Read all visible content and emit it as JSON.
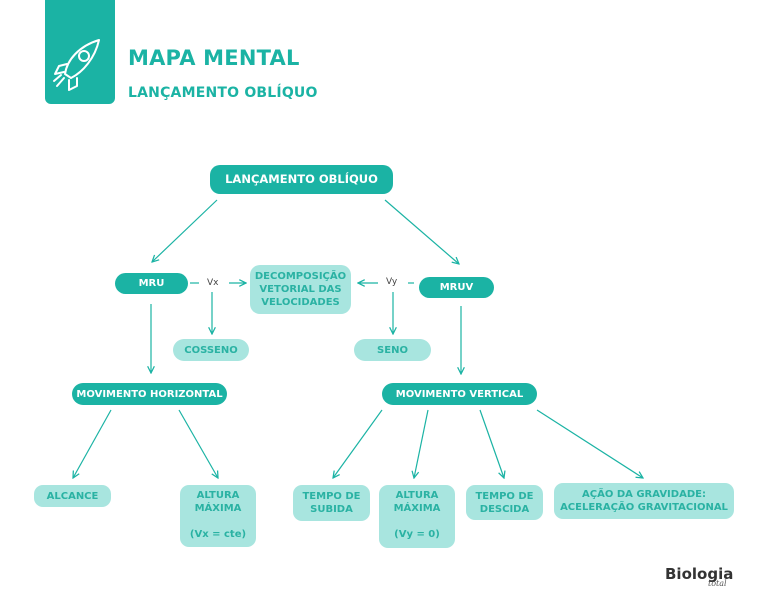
{
  "header": {
    "title": "MAPA MENTAL",
    "subtitle": "LANÇAMENTO OBLÍQUO",
    "logo_icon": "rocket-icon"
  },
  "colors": {
    "accent": "#1bb3a4",
    "light_node": "#a8e5df",
    "light_text": "#2ab2a3"
  },
  "map": {
    "root": "LANÇAMENTO OBLÍQUO",
    "mru": "MRU",
    "mruv": "MRUV",
    "vx": "Vx",
    "vy": "Vy",
    "decomposition": [
      "DECOMPOSIÇÃO",
      "VETORIAL DAS",
      "VELOCIDADES"
    ],
    "cosseno": "COSSENO",
    "seno": "SENO",
    "horizontal": {
      "label": "MOVIMENTO HORIZONTAL",
      "children": {
        "alcance": "ALCANCE",
        "altura_maxima": [
          "ALTURA",
          "MÁXIMA",
          "(Vx = cte)"
        ]
      }
    },
    "vertical": {
      "label": "MOVIMENTO VERTICAL",
      "children": {
        "tempo_subida": [
          "TEMPO DE",
          "SUBIDA"
        ],
        "altura_maxima": [
          "ALTURA",
          "MÁXIMA",
          "(Vy = 0)"
        ],
        "tempo_descida": [
          "TEMPO DE",
          "DESCIDA"
        ],
        "gravidade": [
          "AÇÃO DA GRAVIDADE:",
          "ACELERAÇÃO GRAVITACIONAL"
        ]
      }
    }
  },
  "footer": {
    "brand": "Biologia",
    "brand_sub": "total"
  }
}
